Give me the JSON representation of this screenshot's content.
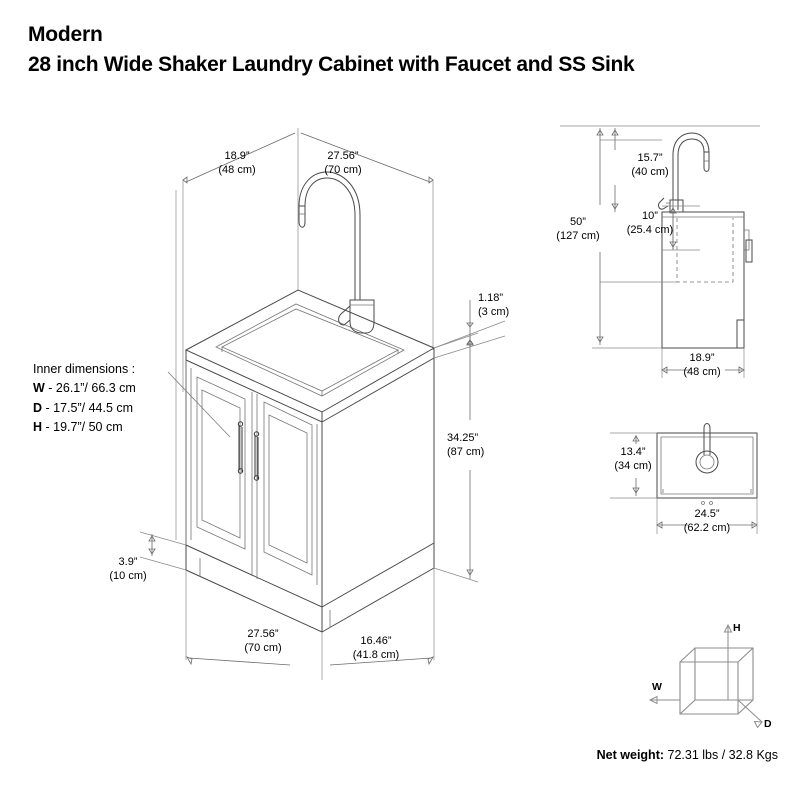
{
  "title": {
    "brand": "Modern",
    "product": "28 inch Wide Shaker Laundry Cabinet with Faucet and SS Sink"
  },
  "inner_dimensions": {
    "heading": "Inner dimensions  :",
    "rows": [
      {
        "key": "W",
        "value": "- 26.1”/ 66.3 cm"
      },
      {
        "key": "D",
        "value": "- 17.5”/ 44.5 cm"
      },
      {
        "key": "H",
        "value": "- 19.7”/ 50 cm"
      }
    ]
  },
  "net_weight": {
    "label": "Net weight:",
    "value": "72.31 lbs / 32.8 Kgs"
  },
  "main_view": {
    "depth_top": {
      "imperial": "18.9”",
      "metric": "(48 cm)"
    },
    "width_top": {
      "imperial": "27.56”",
      "metric": "(70 cm)"
    },
    "countertop_thickness": {
      "imperial": "1.18”",
      "metric": "(3 cm)"
    },
    "cabinet_height": {
      "imperial": "34.25”",
      "metric": "(87 cm)"
    },
    "toe_kick_height": {
      "imperial": "3.9”",
      "metric": "(10 cm)"
    },
    "width_bottom": {
      "imperial": "27.56”",
      "metric": "(70 cm)"
    },
    "depth_bottom": {
      "imperial": "16.46”",
      "metric": "(41.8 cm)"
    }
  },
  "side_view": {
    "faucet_height": {
      "imperial": "15.7”",
      "metric": "(40 cm)"
    },
    "spout_reach": {
      "imperial": "10”",
      "metric": "(25.4 cm)"
    },
    "total_height": {
      "imperial": "50”",
      "metric": "(127 cm)"
    },
    "depth": {
      "imperial": "18.9”",
      "metric": "(48 cm)"
    }
  },
  "sink_top_view": {
    "depth": {
      "imperial": "13.4”",
      "metric": "(34 cm)"
    },
    "width": {
      "imperial": "24.5”",
      "metric": "(62.2 cm)"
    }
  },
  "dimension_cube": {
    "width_axis": "W",
    "height_axis": "H",
    "depth_axis": "D"
  }
}
